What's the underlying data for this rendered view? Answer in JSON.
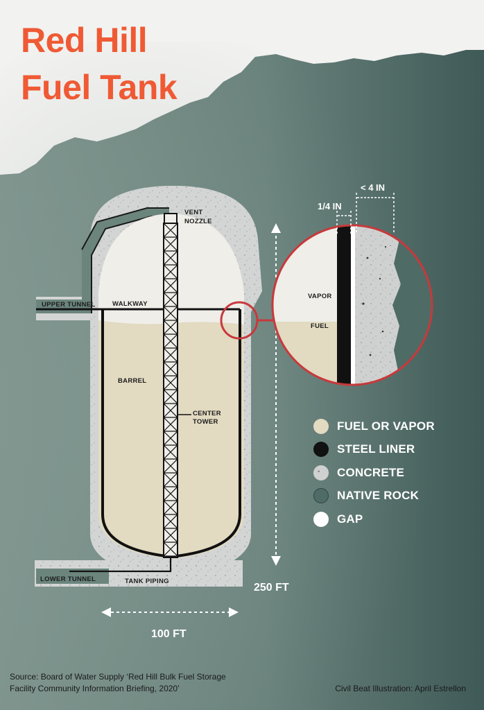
{
  "title": {
    "line1": "Red Hill",
    "line2": "Fuel Tank"
  },
  "labels": {
    "vent_nozzle": [
      "VENT",
      "NOZZLE"
    ],
    "upper_tunnel": "UPPER TUNNEL",
    "walkway": "WALKWAY",
    "barrel": "BARREL",
    "center_tower": [
      "CENTER",
      "TOWER"
    ],
    "lower_tunnel": "LOWER TUNNEL",
    "tank_piping": "TANK PIPING",
    "vapor": "VAPOR",
    "fuel": "FUEL"
  },
  "dimensions": {
    "height": "250 FT",
    "width": "100 FT",
    "liner_thickness": "1/4 IN",
    "concrete_thickness": "< 4 IN"
  },
  "legend": [
    {
      "label": "FUEL OR VAPOR",
      "color": "#e2dac1",
      "icon": "fuel-swatch-icon"
    },
    {
      "label": "STEEL LINER",
      "color": "#111111",
      "icon": "steel-swatch-icon"
    },
    {
      "label": "CONCRETE",
      "color": "#cfd1d0",
      "icon": "concrete-swatch-icon"
    },
    {
      "label": "NATIVE ROCK",
      "color": "#4f6b66",
      "icon": "rock-swatch-icon"
    },
    {
      "label": "GAP",
      "color": "#ffffff",
      "icon": "gap-swatch-icon"
    }
  ],
  "footer": {
    "source_line1": "Source: Board of Water Supply ‘Red Hill Bulk Fuel Storage",
    "source_line2": "Facility Community Information Briefing, 2020’",
    "credit": "Civil Beat Illustration: April Estrellon"
  },
  "colors": {
    "title": "#ef5a35",
    "rock_light": "#7e948d",
    "rock_dark": "#3f5a57",
    "concrete": "#d3d5d4",
    "fuel": "#e2dac1",
    "vapor": "#efeee9",
    "steel": "#111111",
    "callout": "#c8393b"
  }
}
